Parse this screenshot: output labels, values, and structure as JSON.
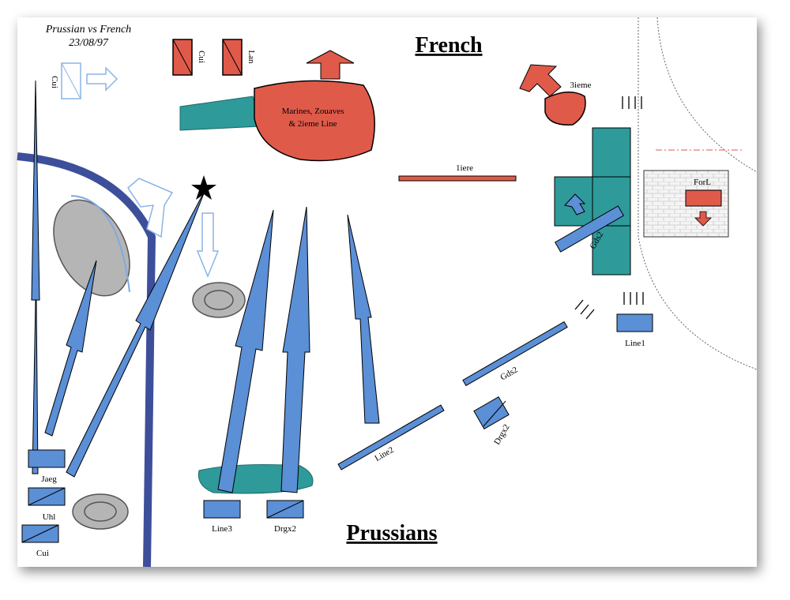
{
  "title": {
    "line1": "Prussian vs French",
    "line2": "23/08/97"
  },
  "headers": {
    "french": "French",
    "prussians": "Prussians"
  },
  "colors": {
    "prussian": "#5b8fd6",
    "french": "#e05a4a",
    "terrain": "#2e9a9a",
    "hill": "#b5b5b5",
    "road": "#3d4f9a"
  },
  "french_units": {
    "cui": "Cui",
    "lan": "Lan",
    "marines": "Marines, Zouaves",
    "marines2": "& 2ieme Line",
    "troisieme": "3ieme",
    "premiere": "1iere",
    "forl": "ForL"
  },
  "prussian_units": {
    "cui_top": "Cui",
    "jaeg": "Jaeg",
    "uhl": "Uhl",
    "cui_bottom": "Cui",
    "line3": "Line3",
    "drgx2_left": "Drgx2",
    "line2": "Line2",
    "gds2_mid": "Gds2",
    "drgx2_mid": "Drgx2",
    "gds2_right": "Gds2",
    "line1": "Line1"
  }
}
